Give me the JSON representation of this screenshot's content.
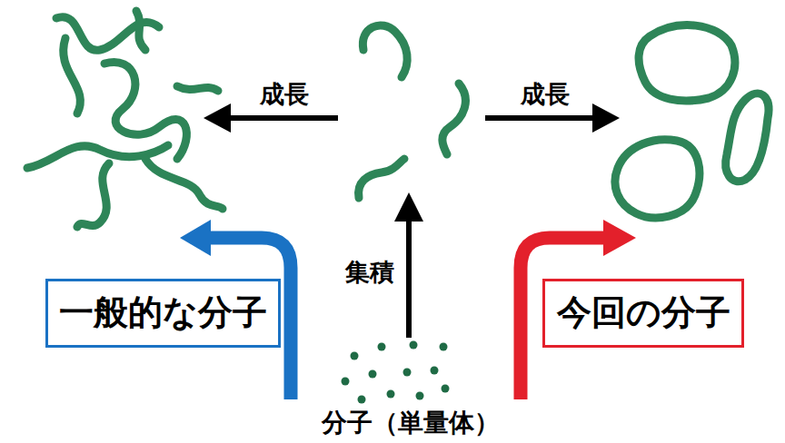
{
  "diagram": {
    "nodes": [
      {
        "text": [
          "一般的な分子"
        ]
      },
      {
        "text": [
          "今回の分子"
        ]
      }
    ],
    "labels": [
      "成長",
      "成長",
      "集積",
      "分子（単量体）"
    ]
  }
}
